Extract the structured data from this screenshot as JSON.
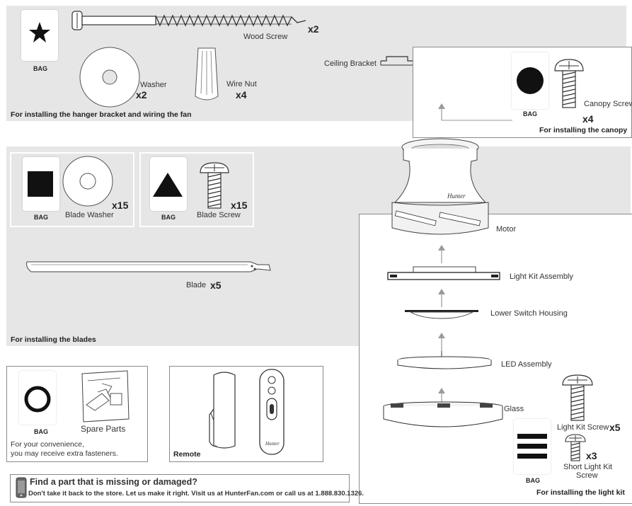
{
  "hanger_section": {
    "bag_label": "BAG",
    "wood_screw_label": "Wood Screw",
    "wood_screw_qty": "x2",
    "washer_label": "Washer",
    "washer_qty": "x2",
    "wire_nut_label": "Wire Nut",
    "wire_nut_qty": "x4",
    "caption": "For installing the hanger bracket and wiring the fan"
  },
  "canopy_section": {
    "ceiling_bracket_label": "Ceiling Bracket",
    "bag_label": "BAG",
    "canopy_screw_label": "Canopy Screw",
    "canopy_screw_qty": "x4",
    "caption": "For installing the canopy"
  },
  "blades_section": {
    "bag1_label": "BAG",
    "blade_washer_label": "Blade Washer",
    "blade_washer_qty": "x15",
    "bag2_label": "BAG",
    "blade_screw_label": "Blade Screw",
    "blade_screw_qty": "x15",
    "blade_label": "Blade",
    "blade_qty": "x5",
    "caption": "For installing the blades"
  },
  "light_kit_section": {
    "motor_label": "Motor",
    "light_kit_assembly_label": "Light Kit Assembly",
    "lower_switch_housing_label": "Lower Switch Housing",
    "led_assembly_label": "LED Assembly",
    "glass_label": "Glass",
    "light_kit_screw_label": "Light Kit Screw",
    "light_kit_screw_qty": "x5",
    "short_light_kit_screw_label_1": "Short Light Kit",
    "short_light_kit_screw_label_2": "Screw",
    "short_light_kit_screw_qty": "x3",
    "bag_label": "BAG",
    "caption": "For installing the light kit"
  },
  "spare_section": {
    "bag_label": "BAG",
    "spare_parts_label": "Spare Parts",
    "note_line1": "For your convenience,",
    "note_line2": "you may receive extra fasteners."
  },
  "remote_section": {
    "caption": "Remote",
    "brand_script": "Hunter"
  },
  "help_box": {
    "title": "Find a part that is missing or damaged?",
    "body": "Don't take it back to the store. Let us make it right. Visit us at HunterFan.com or call us at 1.888.830.1326."
  },
  "icons": [
    "star-icon",
    "circle-icon",
    "square-icon",
    "triangle-icon",
    "ring-icon",
    "three-bars-icon",
    "arrow-up-icon",
    "phone-icon"
  ]
}
